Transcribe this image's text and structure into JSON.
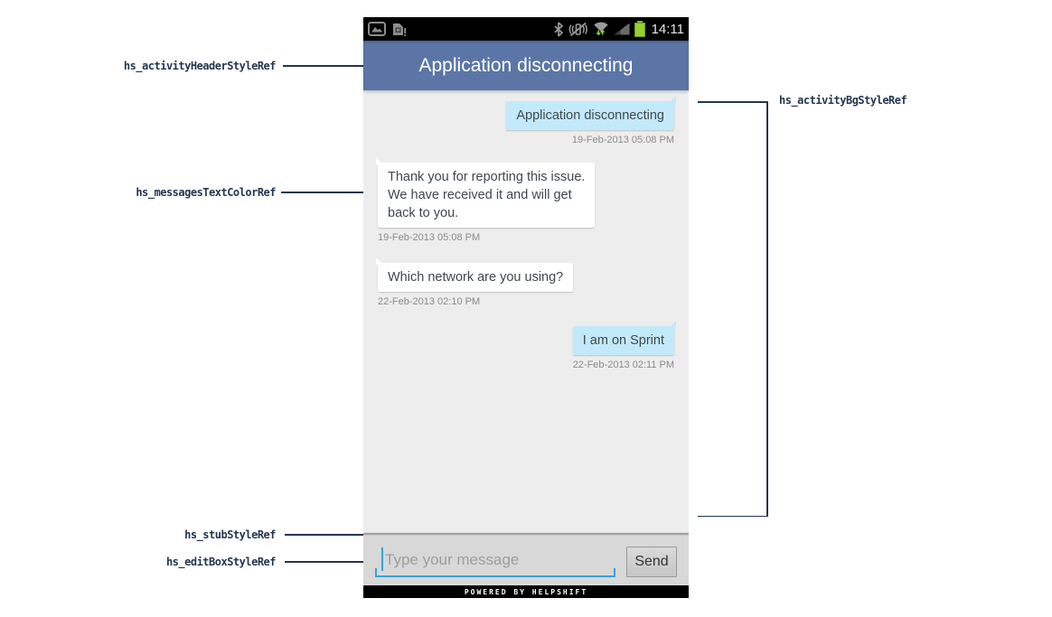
{
  "annotations": {
    "header_ref": "hs_activityHeaderStyleRef",
    "messages_text_ref": "hs_messagesTextColorRef",
    "stub_ref": "hs_stubStyleRef",
    "editbox_ref": "hs_editBoxStyleRef",
    "bg_ref": "hs_activityBgStyleRef"
  },
  "phone": {
    "status_bar": {
      "time": "14:11",
      "icons": [
        "gallery-icon",
        "sim-card-alert-icon",
        "bluetooth-icon",
        "vibrate-off-icon",
        "wifi-traffic-icon",
        "signal-strength-icon",
        "battery-icon"
      ]
    },
    "header": {
      "title": "Application disconnecting"
    },
    "conversation": {
      "messages": [
        {
          "side": "right",
          "sender": "user",
          "text": "Application disconnecting",
          "timestamp": "19-Feb-2013 05:08 PM"
        },
        {
          "side": "left",
          "sender": "agent",
          "text": "Thank you for reporting this issue.\nWe have received it and will get\nback to you.",
          "timestamp": "19-Feb-2013 05:08 PM"
        },
        {
          "side": "left",
          "sender": "agent",
          "text": "Which network are you using?",
          "timestamp": "22-Feb-2013 02:10 PM"
        },
        {
          "side": "right",
          "sender": "user",
          "text": "I am on Sprint",
          "timestamp": "22-Feb-2013 02:11 PM"
        }
      ]
    },
    "composer": {
      "placeholder": "Type your message",
      "send_label": "Send"
    },
    "footer": {
      "text": "POWERED BY HELPSHIFT"
    }
  },
  "colors": {
    "header_bg": "#5b76a6",
    "chat_bg": "#ededed",
    "user_bubble": "#c3eafa",
    "agent_bubble": "#ffffff",
    "message_text": "#41474d",
    "timestamp_text": "#8b8b8b",
    "annotation_text": "#24364e",
    "editbox_underline": "#38a3d8",
    "battery_green": "#95d133",
    "status_bar_bg": "#000000",
    "footer_bg": "#000000"
  }
}
